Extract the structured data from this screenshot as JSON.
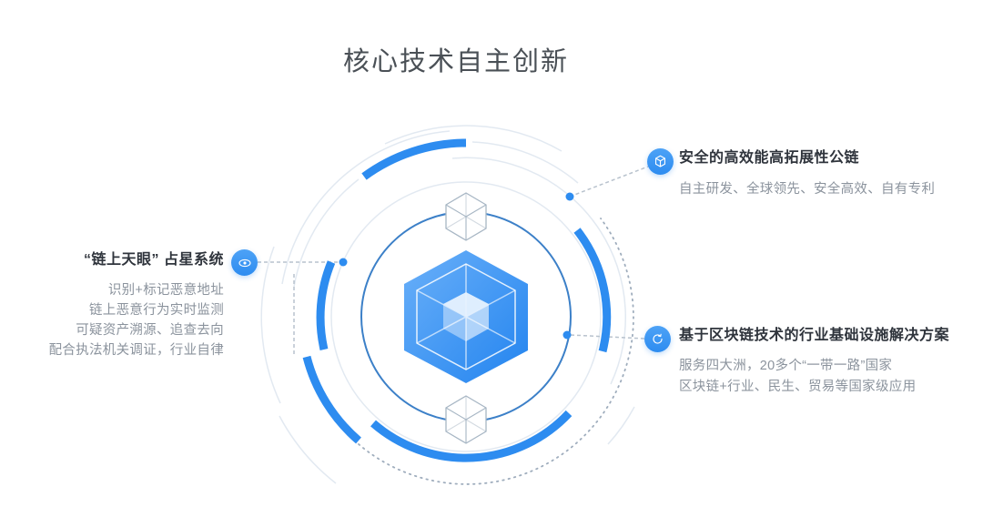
{
  "page": {
    "title": "核心技术自主创新",
    "background": "#ffffff"
  },
  "colors": {
    "accent_blue": "#2d8cf0",
    "ring_blue": "#3c80c8",
    "arc_gray": "#e2e9f1",
    "dot_gray": "#9fadbd",
    "dash_gray": "#b8c2cd",
    "title_text": "#4a5056",
    "heading_text": "#2f343c",
    "body_text": "#8b939d",
    "cube_gradient_top": "#6ab0f9",
    "cube_gradient_bottom": "#2384ef"
  },
  "callouts": {
    "public_chain": {
      "icon": "cube-icon",
      "title": "安全的高效能高拓展性公链",
      "description": "自主研发、全球领先、安全高效、自有专利"
    },
    "sky_eye": {
      "icon": "eye-icon",
      "title": "“链上天眼” 占星系统",
      "lines": [
        "识别+标记恶意地址",
        "链上恶意行为实时监测",
        "可疑资产溯源、追查去向",
        "配合执法机关调证，行业自律"
      ]
    },
    "industry_solution": {
      "icon": "sync-icon",
      "title": "基于区块链技术的行业基础设施解决方案",
      "lines": [
        "服务四大洲，20多个“一带一路”国家",
        "区块链+行业、民生、贸易等国家级应用"
      ]
    }
  }
}
